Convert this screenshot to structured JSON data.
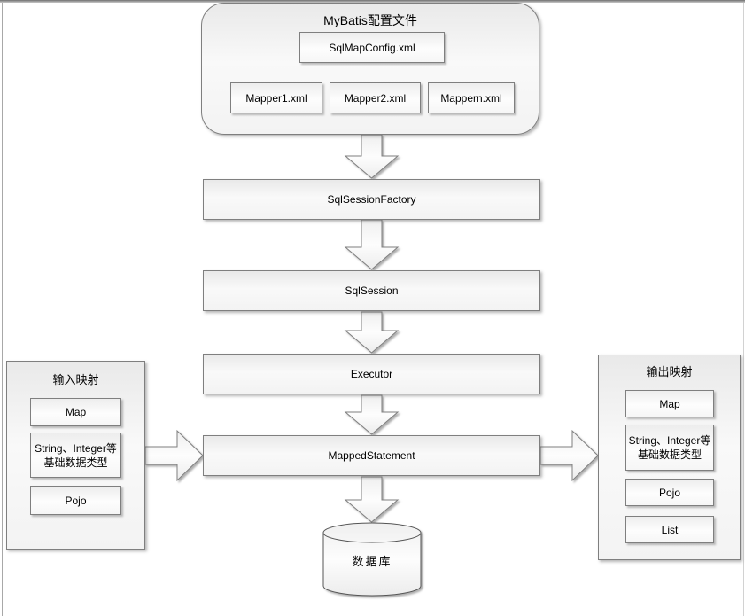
{
  "config": {
    "title": "MyBatis配置文件",
    "main_file": "SqlMapConfig.xml",
    "mappers": [
      "Mapper1.xml",
      "Mapper2.xml",
      "Mappern.xml"
    ]
  },
  "flow": [
    "SqlSessionFactory",
    "SqlSession",
    "Executor",
    "MappedStatement"
  ],
  "database": {
    "label": "数据库"
  },
  "input_panel": {
    "title": "输入映射",
    "items": [
      "Map",
      "String、Integer等基础数据类型",
      "Pojo"
    ]
  },
  "output_panel": {
    "title": "输出映射",
    "items": [
      "Map",
      "String、Integer等基础数据类型",
      "Pojo",
      "List"
    ]
  },
  "colors": {
    "shape_border": "#7f7f7f",
    "cylinder_border": "#555555",
    "text": "#000000",
    "canvas": "#ffffff",
    "shadow": "#8a8a8a"
  }
}
